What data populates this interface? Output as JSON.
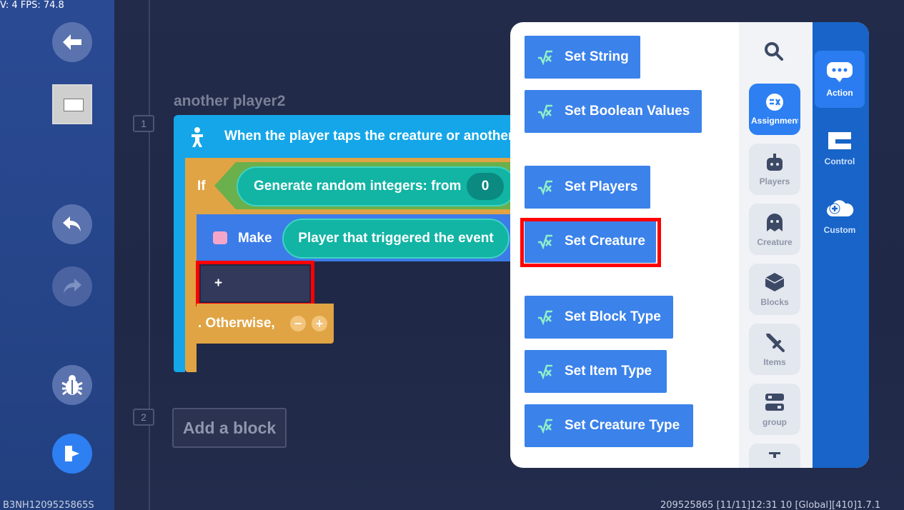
{
  "debug": {
    "fps_text": "V: 4 FPS: 74.8"
  },
  "editor": {
    "faded_title": "another player2",
    "row_numbers": [
      "1",
      "2"
    ],
    "event_text": "When the player taps the creature or another",
    "if_label": "If",
    "random_text": "Generate random integers: from",
    "random_from": "0",
    "make_label": "Make",
    "player_pill": "Player that triggered the event",
    "slot_plus": "+",
    "otherwise_label": ". Otherwise,",
    "add_block": "Add a block"
  },
  "palette": {
    "buttons": [
      {
        "label": "Set String"
      },
      {
        "label": "Set Boolean Values"
      },
      {
        "label": "Set Players"
      },
      {
        "label": "Set Creature"
      },
      {
        "label": "Set Block Type"
      },
      {
        "label": "Set Item Type"
      },
      {
        "label": "Set Creature Type"
      }
    ],
    "categories": [
      {
        "label": "Assignment",
        "icon": "assignment-icon",
        "active": true
      },
      {
        "label": "Players",
        "icon": "robot-icon"
      },
      {
        "label": "Creature",
        "icon": "ghost-icon"
      },
      {
        "label": "Blocks",
        "icon": "cube-icon"
      },
      {
        "label": "Items",
        "icon": "sword-icon"
      },
      {
        "label": "group",
        "icon": "toggle-group-icon"
      }
    ],
    "tabs": [
      {
        "label": "Action",
        "icon": "chat-bubble-icon",
        "active": true
      },
      {
        "label": "Control",
        "icon": "control-icon"
      },
      {
        "label": "Custom",
        "icon": "cloud-plus-icon"
      }
    ]
  },
  "status": {
    "left": "B3NH1209525865S",
    "right": "209525865   [11/11]12:31 10  [Global][410]1.7.1"
  },
  "colors": {
    "event_blue": "#14a6e8",
    "if_orange": "#e0a444",
    "palette_button": "#3b82ea",
    "highlight_red": "#ff0000"
  }
}
